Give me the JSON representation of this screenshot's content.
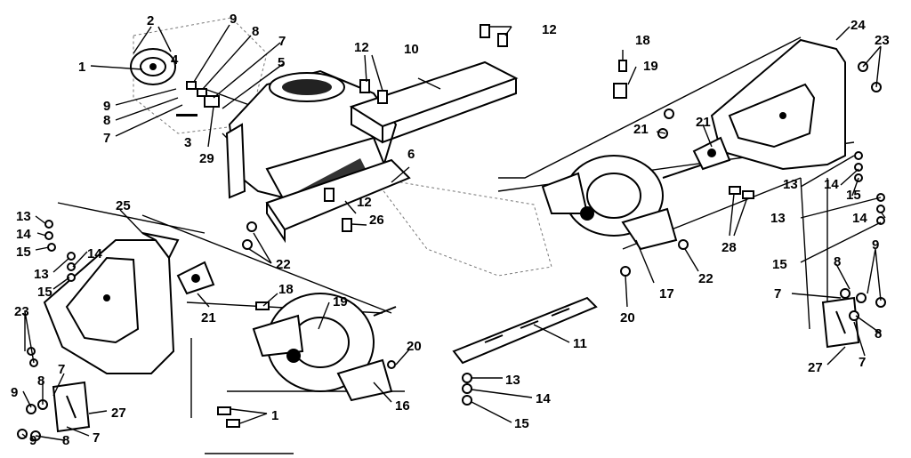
{
  "diagram": {
    "callouts": [
      {
        "id": "c1",
        "text": "1"
      },
      {
        "id": "c2",
        "text": "2"
      },
      {
        "id": "c3",
        "text": "4"
      },
      {
        "id": "c4",
        "text": "9"
      },
      {
        "id": "c5",
        "text": "8"
      },
      {
        "id": "c6",
        "text": "7"
      },
      {
        "id": "c7",
        "text": "5"
      },
      {
        "id": "c8",
        "text": "9"
      },
      {
        "id": "c9",
        "text": "8"
      },
      {
        "id": "c10",
        "text": "7"
      },
      {
        "id": "c11",
        "text": "3"
      },
      {
        "id": "c12",
        "text": "29"
      },
      {
        "id": "c13",
        "text": "12"
      },
      {
        "id": "c14",
        "text": "10"
      },
      {
        "id": "c15",
        "text": "12"
      },
      {
        "id": "c16",
        "text": "18"
      },
      {
        "id": "c17",
        "text": "19"
      },
      {
        "id": "c18",
        "text": "24"
      },
      {
        "id": "c19",
        "text": "23"
      },
      {
        "id": "c20",
        "text": "21"
      },
      {
        "id": "c21",
        "text": "21"
      },
      {
        "id": "c22",
        "text": "6"
      },
      {
        "id": "c23",
        "text": "12"
      },
      {
        "id": "c24",
        "text": "26"
      },
      {
        "id": "c25",
        "text": "13"
      },
      {
        "id": "c26",
        "text": "14"
      },
      {
        "id": "c27",
        "text": "15"
      },
      {
        "id": "c28",
        "text": "13"
      },
      {
        "id": "c29",
        "text": "14"
      },
      {
        "id": "c30",
        "text": "15"
      },
      {
        "id": "c31",
        "text": "28"
      },
      {
        "id": "c32",
        "text": "22"
      },
      {
        "id": "c33",
        "text": "17"
      },
      {
        "id": "c34",
        "text": "20"
      },
      {
        "id": "c35",
        "text": "9"
      },
      {
        "id": "c36",
        "text": "8"
      },
      {
        "id": "c37",
        "text": "7"
      },
      {
        "id": "c38",
        "text": "8"
      },
      {
        "id": "c39",
        "text": "7"
      },
      {
        "id": "c40",
        "text": "27"
      },
      {
        "id": "c41",
        "text": "13"
      },
      {
        "id": "c42",
        "text": "14"
      },
      {
        "id": "c43",
        "text": "15"
      },
      {
        "id": "c44",
        "text": "13"
      },
      {
        "id": "c45",
        "text": "15"
      },
      {
        "id": "c46",
        "text": "14"
      },
      {
        "id": "c47",
        "text": "25"
      },
      {
        "id": "c48",
        "text": "23"
      },
      {
        "id": "c49",
        "text": "21"
      },
      {
        "id": "c50",
        "text": "22"
      },
      {
        "id": "c51",
        "text": "18"
      },
      {
        "id": "c52",
        "text": "19"
      },
      {
        "id": "c53",
        "text": "20"
      },
      {
        "id": "c54",
        "text": "16"
      },
      {
        "id": "c55",
        "text": "1"
      },
      {
        "id": "c56",
        "text": "11"
      },
      {
        "id": "c57",
        "text": "13"
      },
      {
        "id": "c58",
        "text": "14"
      },
      {
        "id": "c59",
        "text": "15"
      },
      {
        "id": "c60",
        "text": "7"
      },
      {
        "id": "c61",
        "text": "9"
      },
      {
        "id": "c62",
        "text": "8"
      },
      {
        "id": "c63",
        "text": "27"
      },
      {
        "id": "c64",
        "text": "7"
      },
      {
        "id": "c65",
        "text": "9"
      },
      {
        "id": "c66",
        "text": "8"
      }
    ]
  }
}
